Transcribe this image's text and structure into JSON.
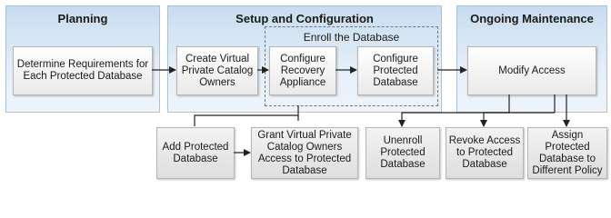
{
  "panels": {
    "planning": "Planning",
    "setup": "Setup and Configuration",
    "maintenance": "Ongoing Maintenance"
  },
  "enroll_group_label": "Enroll the Database",
  "boxes": {
    "determine": "Determine Requirements for Each Protected Database",
    "create_owners": "Create Virtual Private Catalog Owners",
    "configure_appliance": "Configure Recovery Appliance",
    "configure_protected": "Configure Protected Database",
    "modify_access": "Modify Access",
    "add_protected": "Add Protected Database",
    "grant_access": "Grant Virtual Private Catalog Owners Access to Protected Database",
    "unenroll": "Unenroll Protected Database",
    "revoke": "Revoke Access to Protected Database",
    "assign": "Assign Protected Database to Different Policy"
  }
}
